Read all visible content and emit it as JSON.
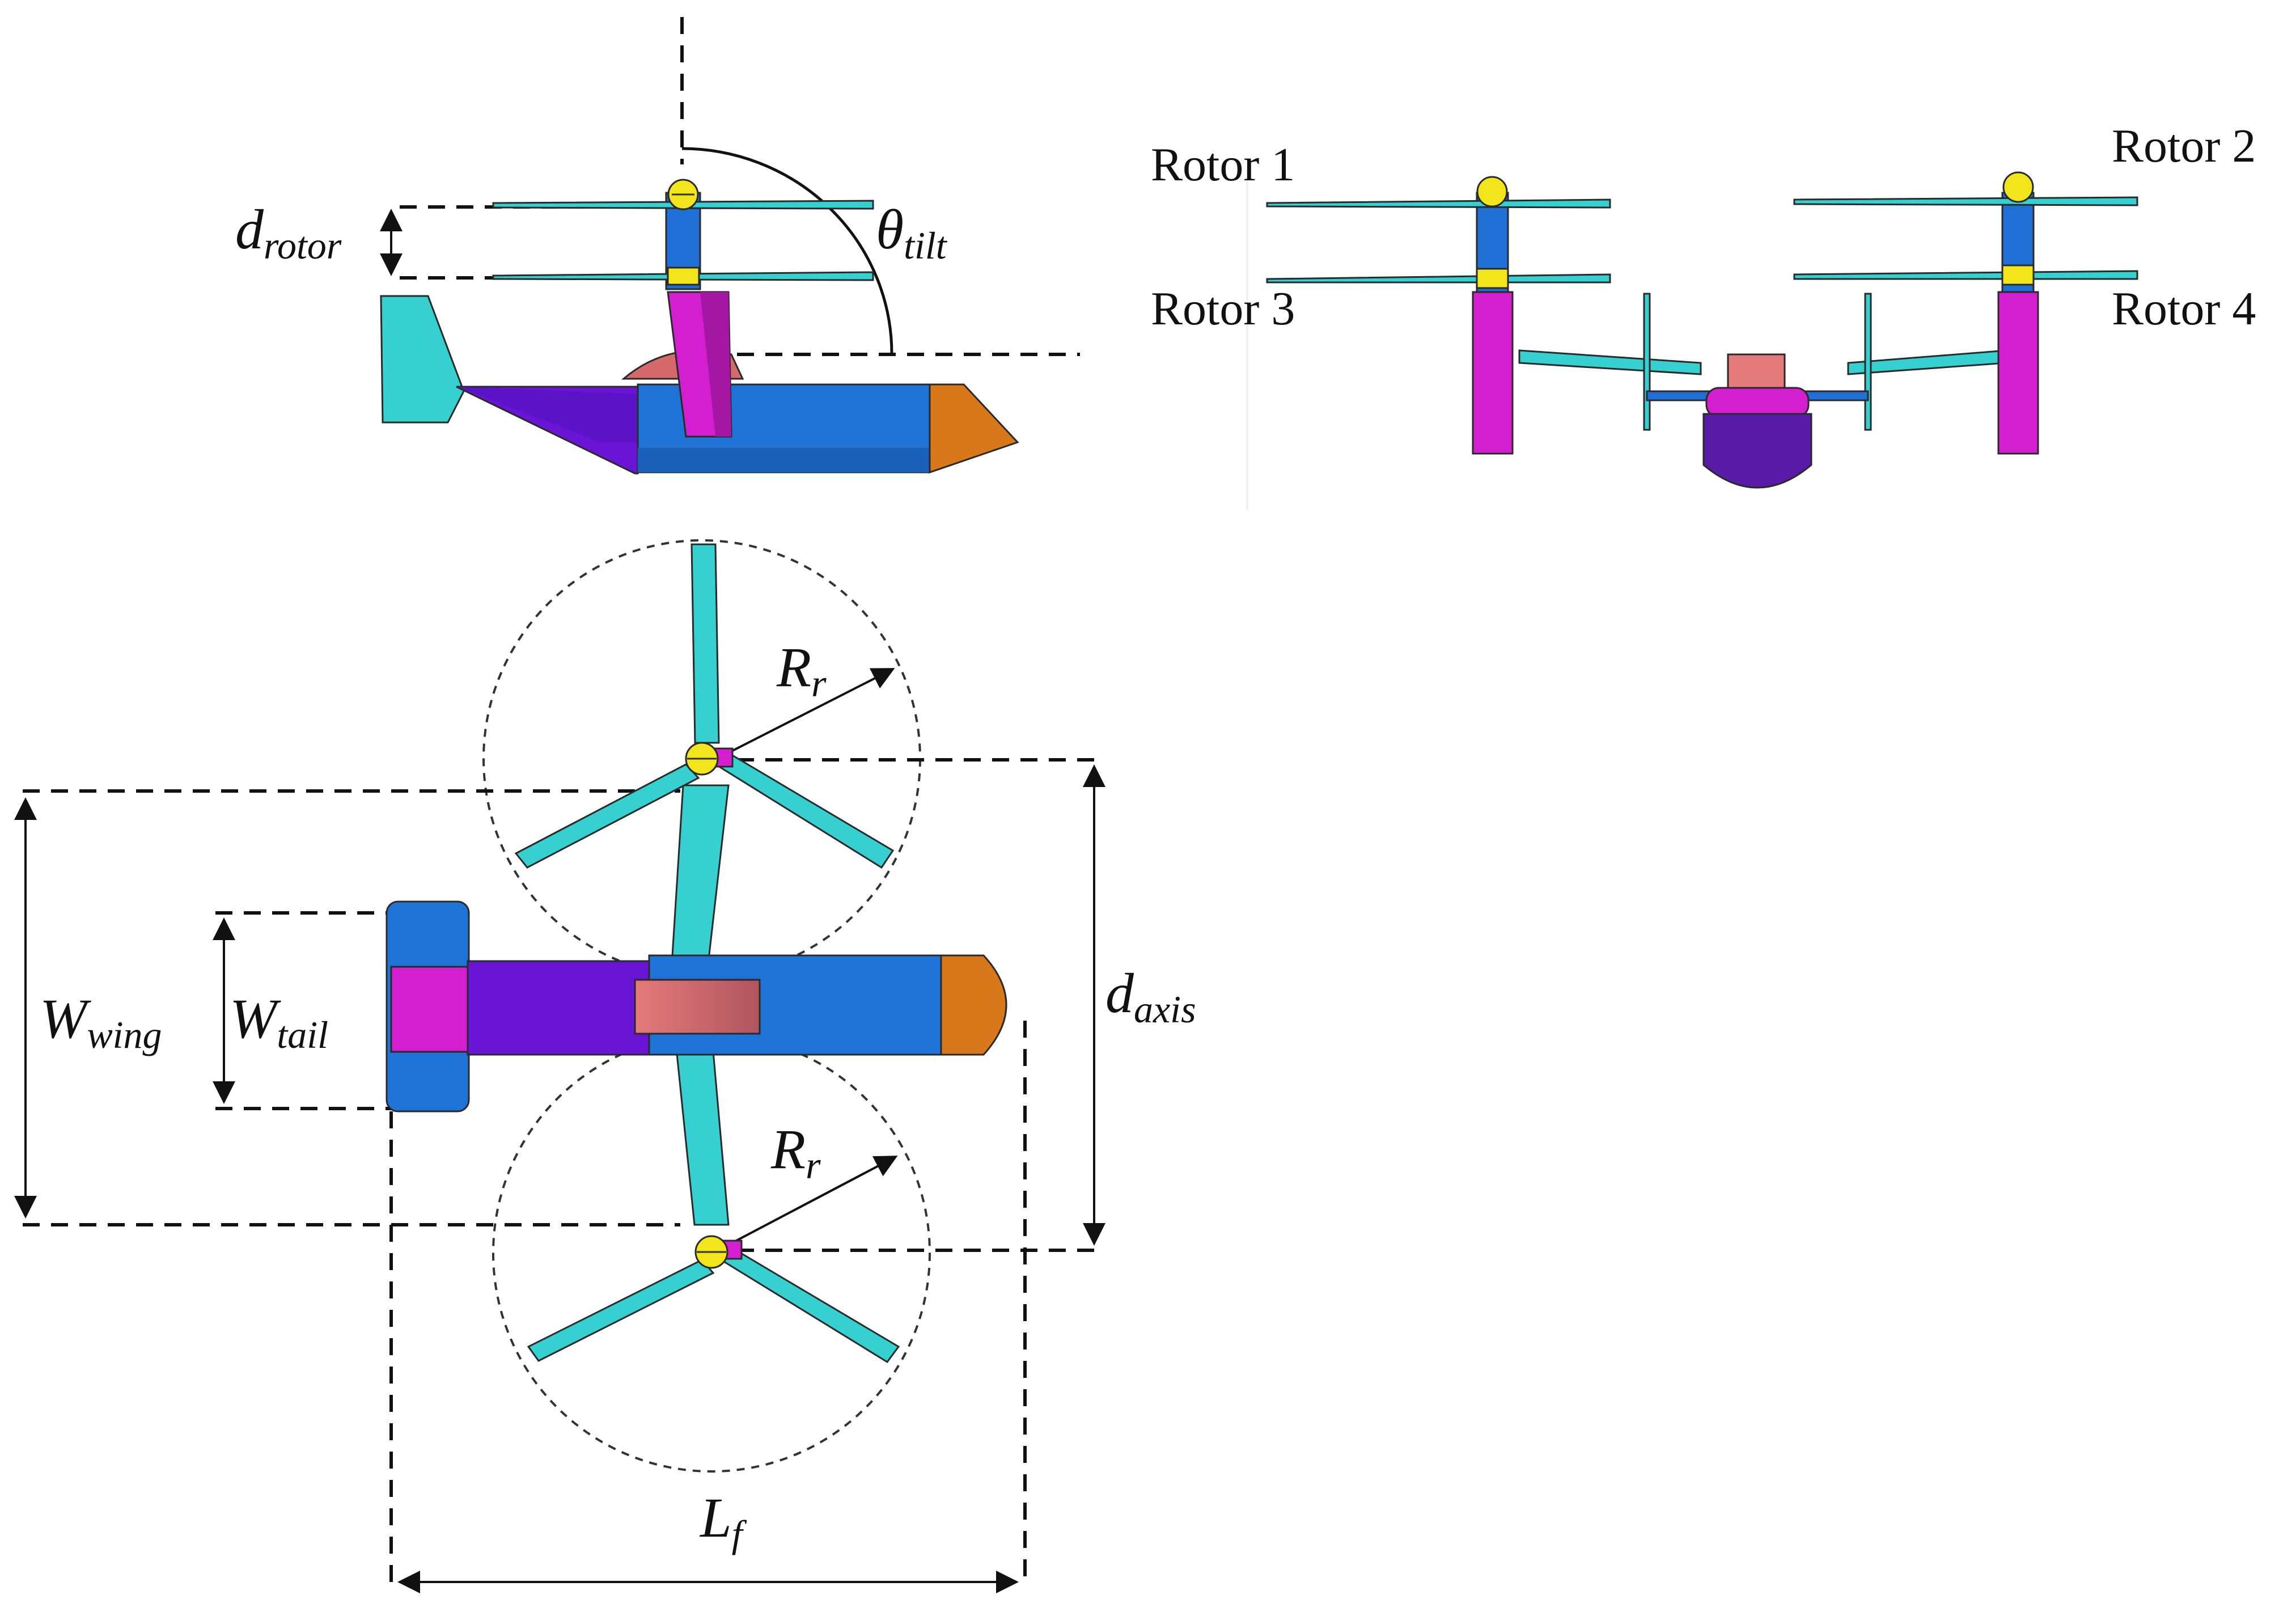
{
  "rotor_labels": [
    "Rotor 1",
    "Rotor 2",
    "Rotor 3",
    "Rotor 4"
  ],
  "symbols": {
    "d_rotor": {
      "main": "d",
      "sub": "rotor"
    },
    "theta_tilt": {
      "main": "θ",
      "sub": "tilt"
    },
    "R_r_1": {
      "main": "R",
      "sub": "r"
    },
    "R_r_2": {
      "main": "R",
      "sub": "r"
    },
    "W_wing": {
      "main": "W",
      "sub": "wing"
    },
    "W_tail": {
      "main": "W",
      "sub": "tail"
    },
    "d_axis": {
      "main": "d",
      "sub": "axis"
    },
    "L_f": {
      "main": "L",
      "sub": "f"
    }
  },
  "colors": {
    "blade": "#35d0cf",
    "hub": "#f2e51c",
    "rotor_mast": "#1f6fd6",
    "nacelle": "#d41fd0",
    "fuselage": "#1f73d6",
    "tail_boom": "#6a14d6",
    "nose": "#d9781a",
    "wing_root": "#e57b7b",
    "tail_fin": "#35d0cf",
    "dimension_line": "#111111"
  }
}
